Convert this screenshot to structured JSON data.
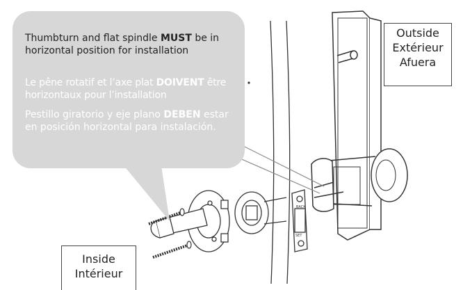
{
  "callout": {
    "en": {
      "pre": "Thumbturn and flat spindle ",
      "bold": "MUST",
      "post": " be in horizontal position for installation"
    },
    "fr": {
      "pre": "Le pêne rotatif et l’axe plat ",
      "bold": "DOIVENT",
      "post": " être horizontaux pour l’installation"
    },
    "es": {
      "pre": "Pestillo giratorio y eje plano ",
      "bold": "DEBEN",
      "post": " estar en posición horizontal para instalación."
    }
  },
  "outside_label": [
    "Outside",
    "Extérieur",
    "Afuera"
  ],
  "inside_label": [
    "Inside",
    "Intérieur"
  ],
  "icons": {
    "latch_stamp_top": "latch-stamp-top",
    "latch_stamp_bottom": "latch-stamp-bottom"
  },
  "colors": {
    "callout_bg": "#d7d7d7",
    "line": "#333333"
  }
}
